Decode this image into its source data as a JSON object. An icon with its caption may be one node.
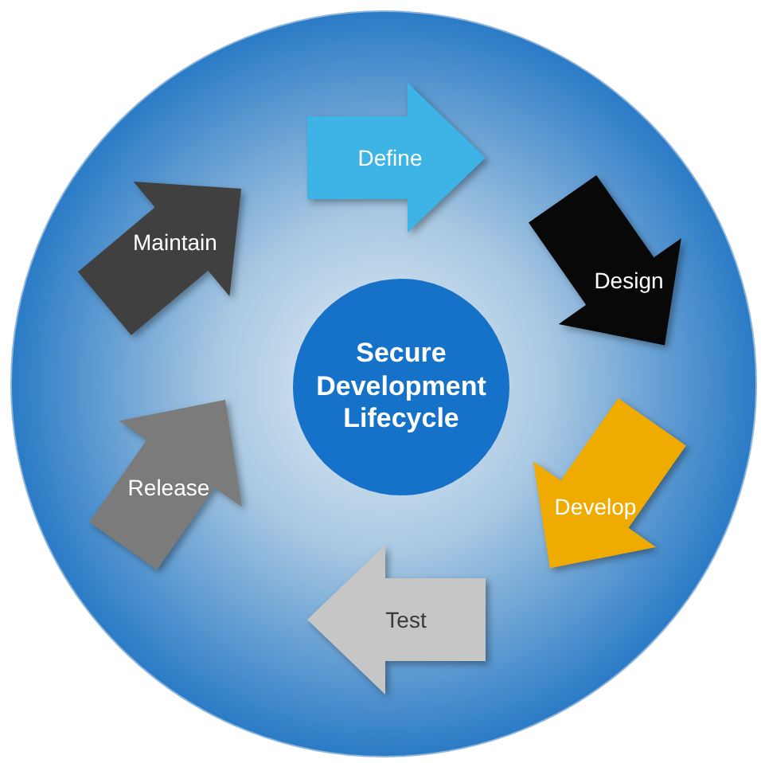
{
  "diagram": {
    "nodes": [
      {
        "text": [
          "Secure Development Lifecycle"
        ]
      },
      {
        "text": [
          "Define"
        ]
      },
      {
        "text": [
          "Design"
        ]
      },
      {
        "text": [
          "Develop"
        ]
      },
      {
        "text": [
          "Test"
        ]
      },
      {
        "text": [
          "Release"
        ]
      },
      {
        "text": [
          "Maintain"
        ]
      }
    ]
  }
}
